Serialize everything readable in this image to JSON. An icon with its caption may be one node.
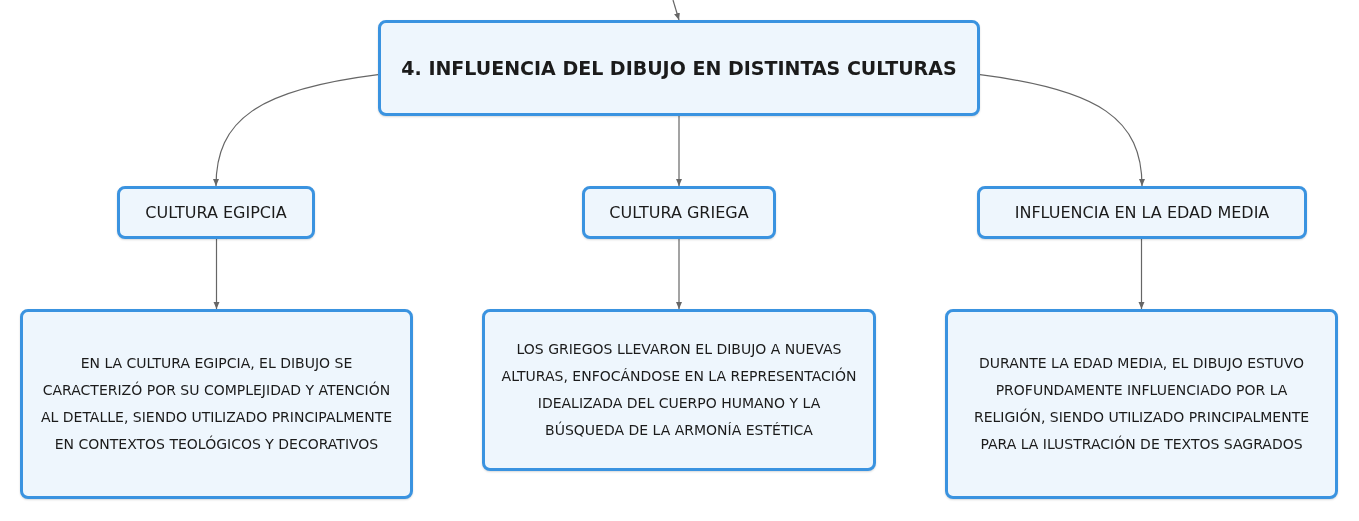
{
  "diagram": {
    "nodes": [
      {
        "text": [
          "4. INFLUENCIA DEL DIBUJO EN DISTINTAS CULTURAS"
        ]
      },
      {
        "text": [
          "CULTURA EGIPCIA"
        ]
      },
      {
        "text": [
          "CULTURA GRIEGA"
        ]
      },
      {
        "text": [
          "INFLUENCIA EN LA EDAD MEDIA"
        ]
      },
      {
        "text": [
          "EN LA CULTURA EGIPCIA, EL DIBUJO SE CARACTERIZÓ POR SU COMPLEJIDAD Y ATENCIÓN AL DETALLE, SIENDO UTILIZADO PRINCIPALMENTE EN CONTEXTOS TEOLÓGICOS Y DECORATIVOS"
        ]
      },
      {
        "text": [
          "LOS GRIEGOS LLEVARON EL DIBUJO A NUEVAS ALTURAS, ENFOCÁNDOSE EN LA REPRESENTACIÓN IDEALIZADA DEL CUERPO HUMANO Y LA BÚSQUEDA DE LA ARMONÍA ESTÉTICA"
        ]
      },
      {
        "text": [
          "DURANTE LA EDAD MEDIA, EL DIBUJO ESTUVO PROFUNDAMENTE INFLUENCIADO POR LA RELIGIÓN, SIENDO UTILIZADO PRINCIPALMENTE PARA LA ILUSTRACIÓN DE TEXTOS SAGRADOS"
        ]
      }
    ],
    "edges": [
      {
        "from": null,
        "to": 0,
        "arrow": "to"
      },
      {
        "from": 0,
        "to": 1,
        "arrow": "to"
      },
      {
        "from": 0,
        "to": 2,
        "arrow": "to"
      },
      {
        "from": 0,
        "to": 3,
        "arrow": "to"
      },
      {
        "from": 1,
        "to": 4,
        "arrow": "to"
      },
      {
        "from": 2,
        "to": 5,
        "arrow": "to"
      },
      {
        "from": 3,
        "to": 6,
        "arrow": "to"
      }
    ]
  }
}
